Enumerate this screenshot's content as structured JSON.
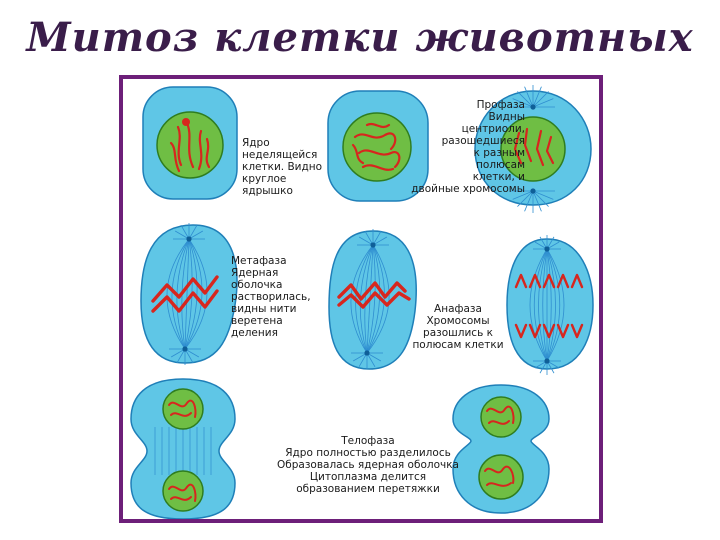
{
  "title": "Митоз клетки животных",
  "colors": {
    "frame": "#6d1f79",
    "title": "#3a1d4a",
    "cytoplasm": "#5fc6e6",
    "cytoplasm_edge": "#1f7fb8",
    "nucleus": "#6fbe44",
    "nucleus_edge": "#2f7d1f",
    "chromosome": "#d7261e",
    "spindle": "#2f8ed0"
  },
  "labels": {
    "interphase": [
      "Ядро",
      "неделящейся",
      "клетки. Видно",
      "круглое",
      "ядрышко"
    ],
    "prophase": [
      "Профаза",
      "Видны",
      "центриоли,",
      "разошедшиеся",
      "к разным",
      "полюсам",
      "клетки, и",
      "двойные хромосомы"
    ],
    "metaphase": [
      "Метафаза",
      "Ядерная",
      "оболочка",
      "растворилась,",
      "видны нити",
      "веретена",
      "деления"
    ],
    "anaphase": [
      "Анафаза",
      "Хромосомы",
      "разошлись к",
      "полюсам клетки"
    ],
    "telophase": [
      "Телофаза",
      "Ядро полностью разделилось",
      "Образовалась ядерная оболочка",
      "Цитоплазма делится",
      "образованием перетяжки"
    ]
  },
  "stages": {
    "interphase": "interphase",
    "prophase": "prophase",
    "late_prophase": "late-prophase",
    "metaphase": "metaphase",
    "metaphase_side": "metaphase-side",
    "anaphase": "anaphase",
    "telophase": "telophase",
    "cytokinesis": "cytokinesis"
  }
}
